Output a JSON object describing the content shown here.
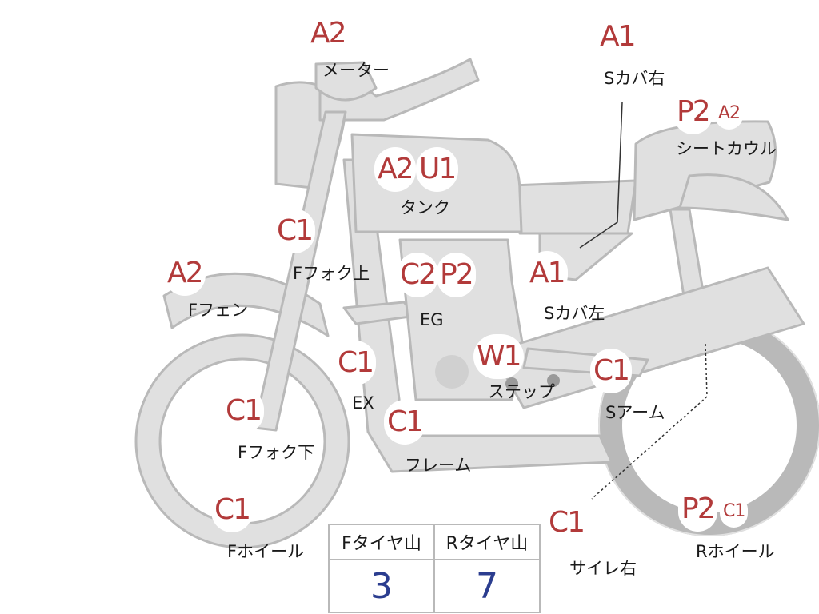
{
  "colors": {
    "grade_text": "#b23a3a",
    "part_fill": "#e0e0e0",
    "part_outline": "#b9b9b9",
    "tread_value": "#2b3d8f"
  },
  "grades": {
    "meter": "A2",
    "side_cover_right": "A1",
    "seat_cowl": [
      "P2",
      "A2"
    ],
    "tank": [
      "A2",
      "U1"
    ],
    "fork_upper": "C1",
    "front_fender": "A2",
    "engine": [
      "C2",
      "P2"
    ],
    "side_cover_left": "A1",
    "exhaust": "C1",
    "step": "W1",
    "swing_arm": "C1",
    "fork_lower": "C1",
    "frame": "C1",
    "front_wheel": "C1",
    "muffler_right": "C1",
    "rear_wheel": [
      "P2",
      "C1"
    ]
  },
  "parts": {
    "meter": "メーター",
    "side_cover_right": "Sカバ右",
    "seat_cowl": "シートカウル",
    "tank": "タンク",
    "fork_upper": "Fフォク上",
    "front_fender": "Fフェン",
    "engine": "EG",
    "side_cover_left": "Sカバ左",
    "exhaust": "EX",
    "step": "ステップ",
    "swing_arm": "Sアーム",
    "fork_lower": "Fフォク下",
    "frame": "フレーム",
    "front_wheel": "Fホイール",
    "muffler_right": "サイレ右",
    "rear_wheel": "Rホイール"
  },
  "tread": {
    "front_label": "Fタイヤ山",
    "rear_label": "Rタイヤ山",
    "front_value": "3",
    "rear_value": "7"
  }
}
